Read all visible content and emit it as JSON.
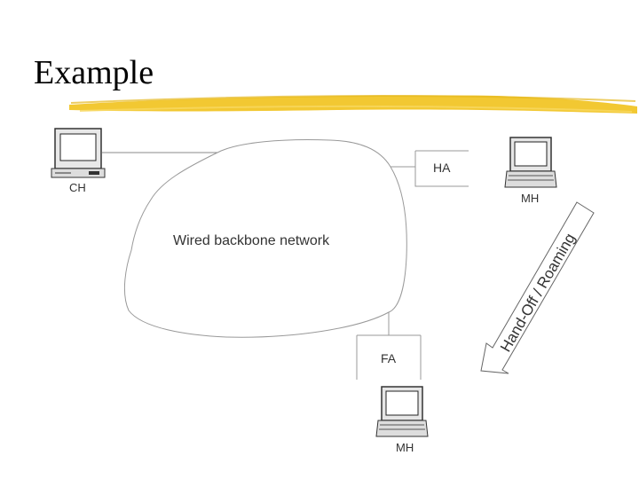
{
  "slide": {
    "title": "Example"
  },
  "diagram": {
    "cloud_label": "Wired backbone network",
    "nodes": {
      "ch": "CH",
      "ha": "HA",
      "mh_top": "MH",
      "fa": "FA",
      "mh_bottom": "MH"
    },
    "arrow_label": "Hand-Off / Roaming"
  },
  "colors": {
    "underline": "#f2c832",
    "stroke": "#666666"
  }
}
